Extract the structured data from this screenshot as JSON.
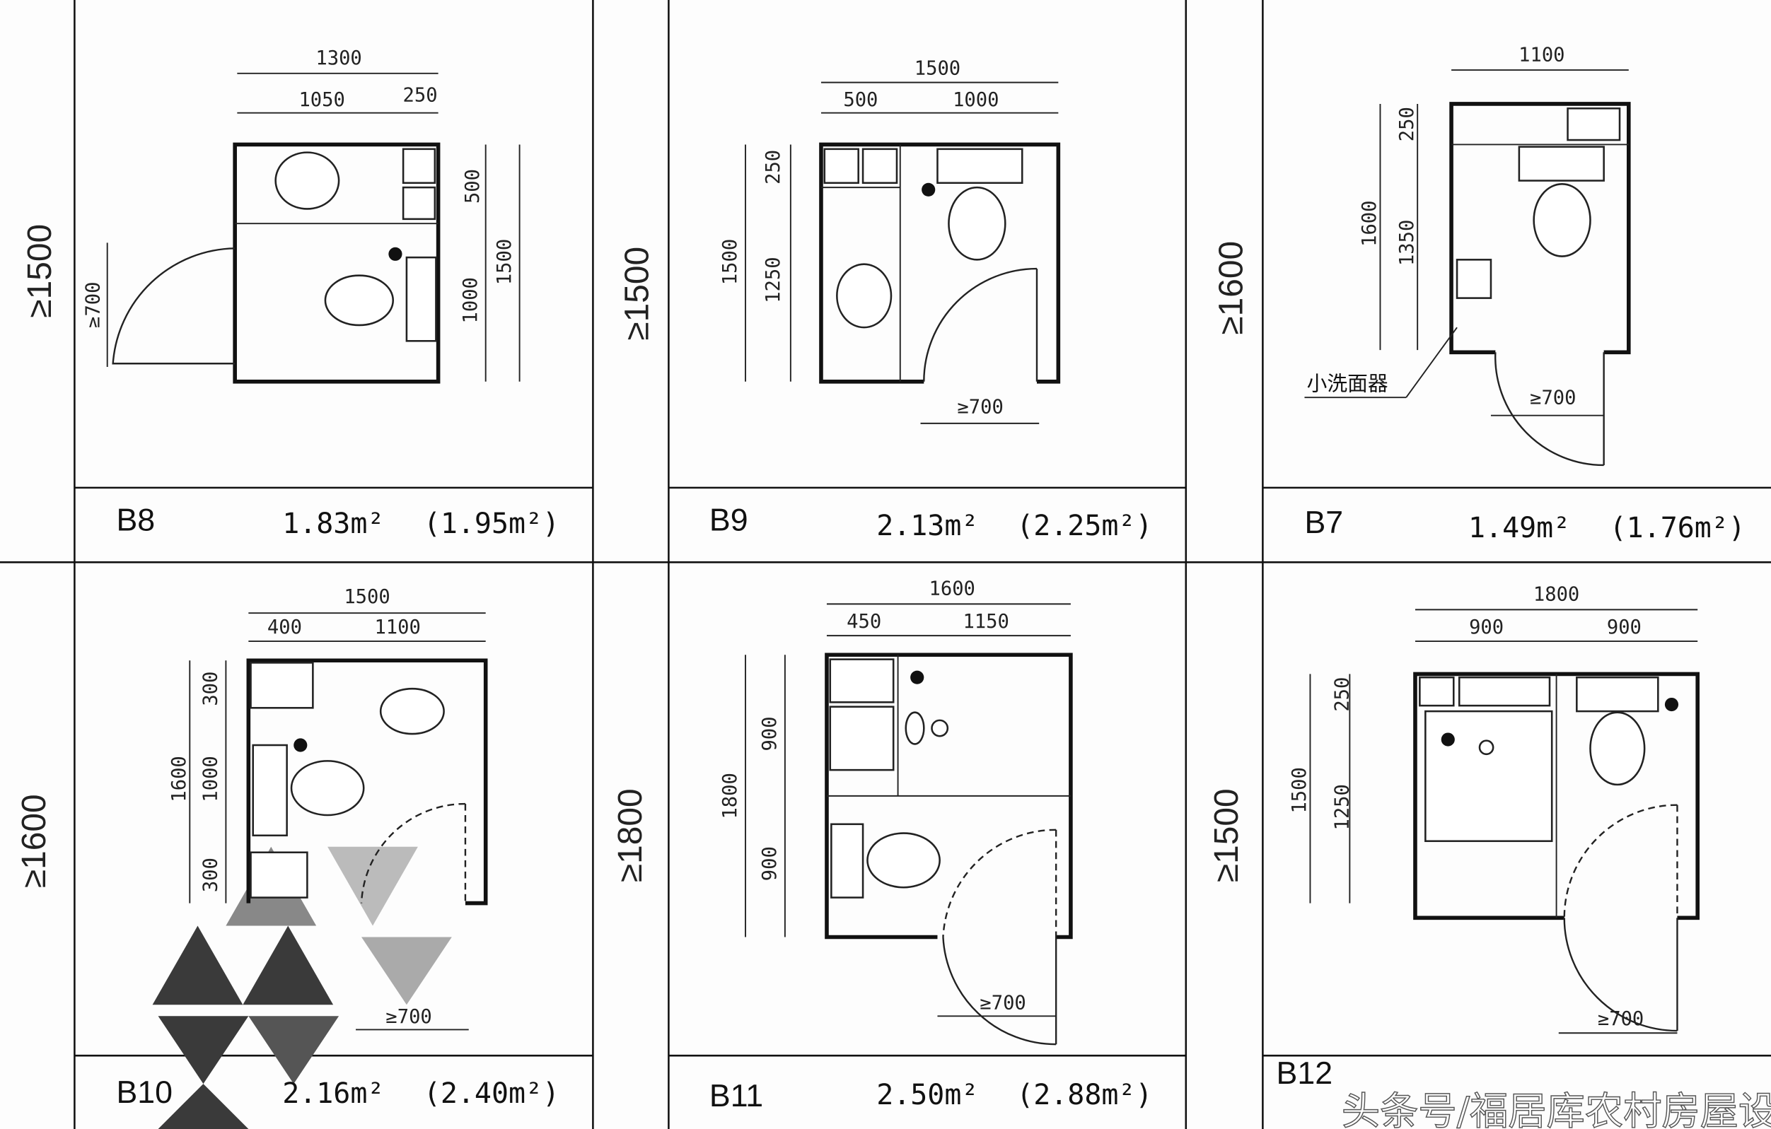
{
  "panels": [
    {
      "id": "B8",
      "area": "1.83m²",
      "area_alt": "(1.95m²)",
      "side": "≥1500",
      "dims": [
        "1300",
        "1050",
        "250",
        "500",
        "1500",
        "1000",
        "≥700"
      ]
    },
    {
      "id": "B9",
      "area": "2.13m²",
      "area_alt": "(2.25m²)",
      "side": "≥1500",
      "dims": [
        "1500",
        "500",
        "1000",
        "250",
        "1500",
        "1250",
        "≥700"
      ]
    },
    {
      "id": "B7",
      "area": "1.49m²",
      "area_alt": "(1.76m²)",
      "side": "≥1600",
      "dims": [
        "1100",
        "250",
        "1600",
        "1350",
        "≥700"
      ],
      "note": "小洗面器"
    },
    {
      "id": "B10",
      "area": "2.16m²",
      "area_alt": "(2.40m²)",
      "side": "≥1600",
      "dims": [
        "1500",
        "400",
        "1100",
        "300",
        "1600",
        "1000",
        "300",
        "≥700"
      ]
    },
    {
      "id": "B11",
      "area": "2.50m²",
      "area_alt": "(2.88m²)",
      "side": "≥1800",
      "dims": [
        "1600",
        "450",
        "1150",
        "900",
        "1800",
        "900",
        "≥700"
      ]
    },
    {
      "id": "B12",
      "side": "≥1500",
      "dims": [
        "1800",
        "900",
        "900",
        "250",
        "1500",
        "1250",
        "≥700"
      ]
    }
  ],
  "watermark": "头条号/福居库农村房屋设计",
  "colors": {
    "line": "#111111",
    "watermark_triangles": "#3a3a3a"
  }
}
